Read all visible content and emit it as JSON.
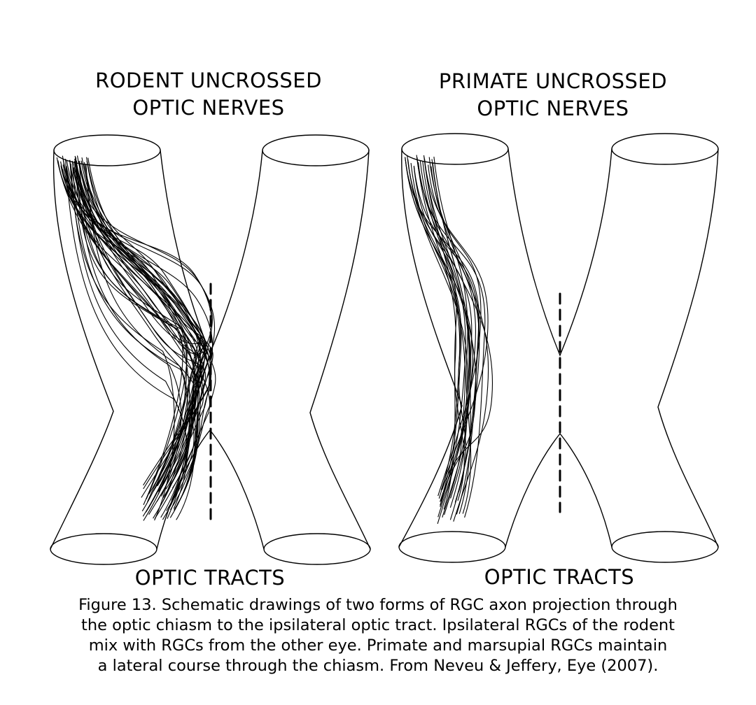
{
  "panels": [
    {
      "title_lines": [
        "RODENT UNCROSSED",
        "OPTIC NERVES"
      ],
      "bottom_label": "OPTIC TRACTS"
    },
    {
      "title_lines": [
        "PRIMATE UNCROSSED",
        "OPTIC NERVES"
      ],
      "bottom_label": "OPTIC TRACTS"
    }
  ],
  "caption_lines": [
    "Figure 13. Schematic drawings of two forms of RGC axon projection through",
    "the optic chiasm to the ipsilateral optic tract. Ipsilateral RGCs of the rodent",
    "mix with RGCs from the other eye. Primate and marsupial RGCs maintain",
    "a lateral course through the chiasm. From Neveu & Jeffery, Eye (2007)."
  ],
  "colors": {
    "ink": "#000000",
    "background": "#ffffff"
  }
}
